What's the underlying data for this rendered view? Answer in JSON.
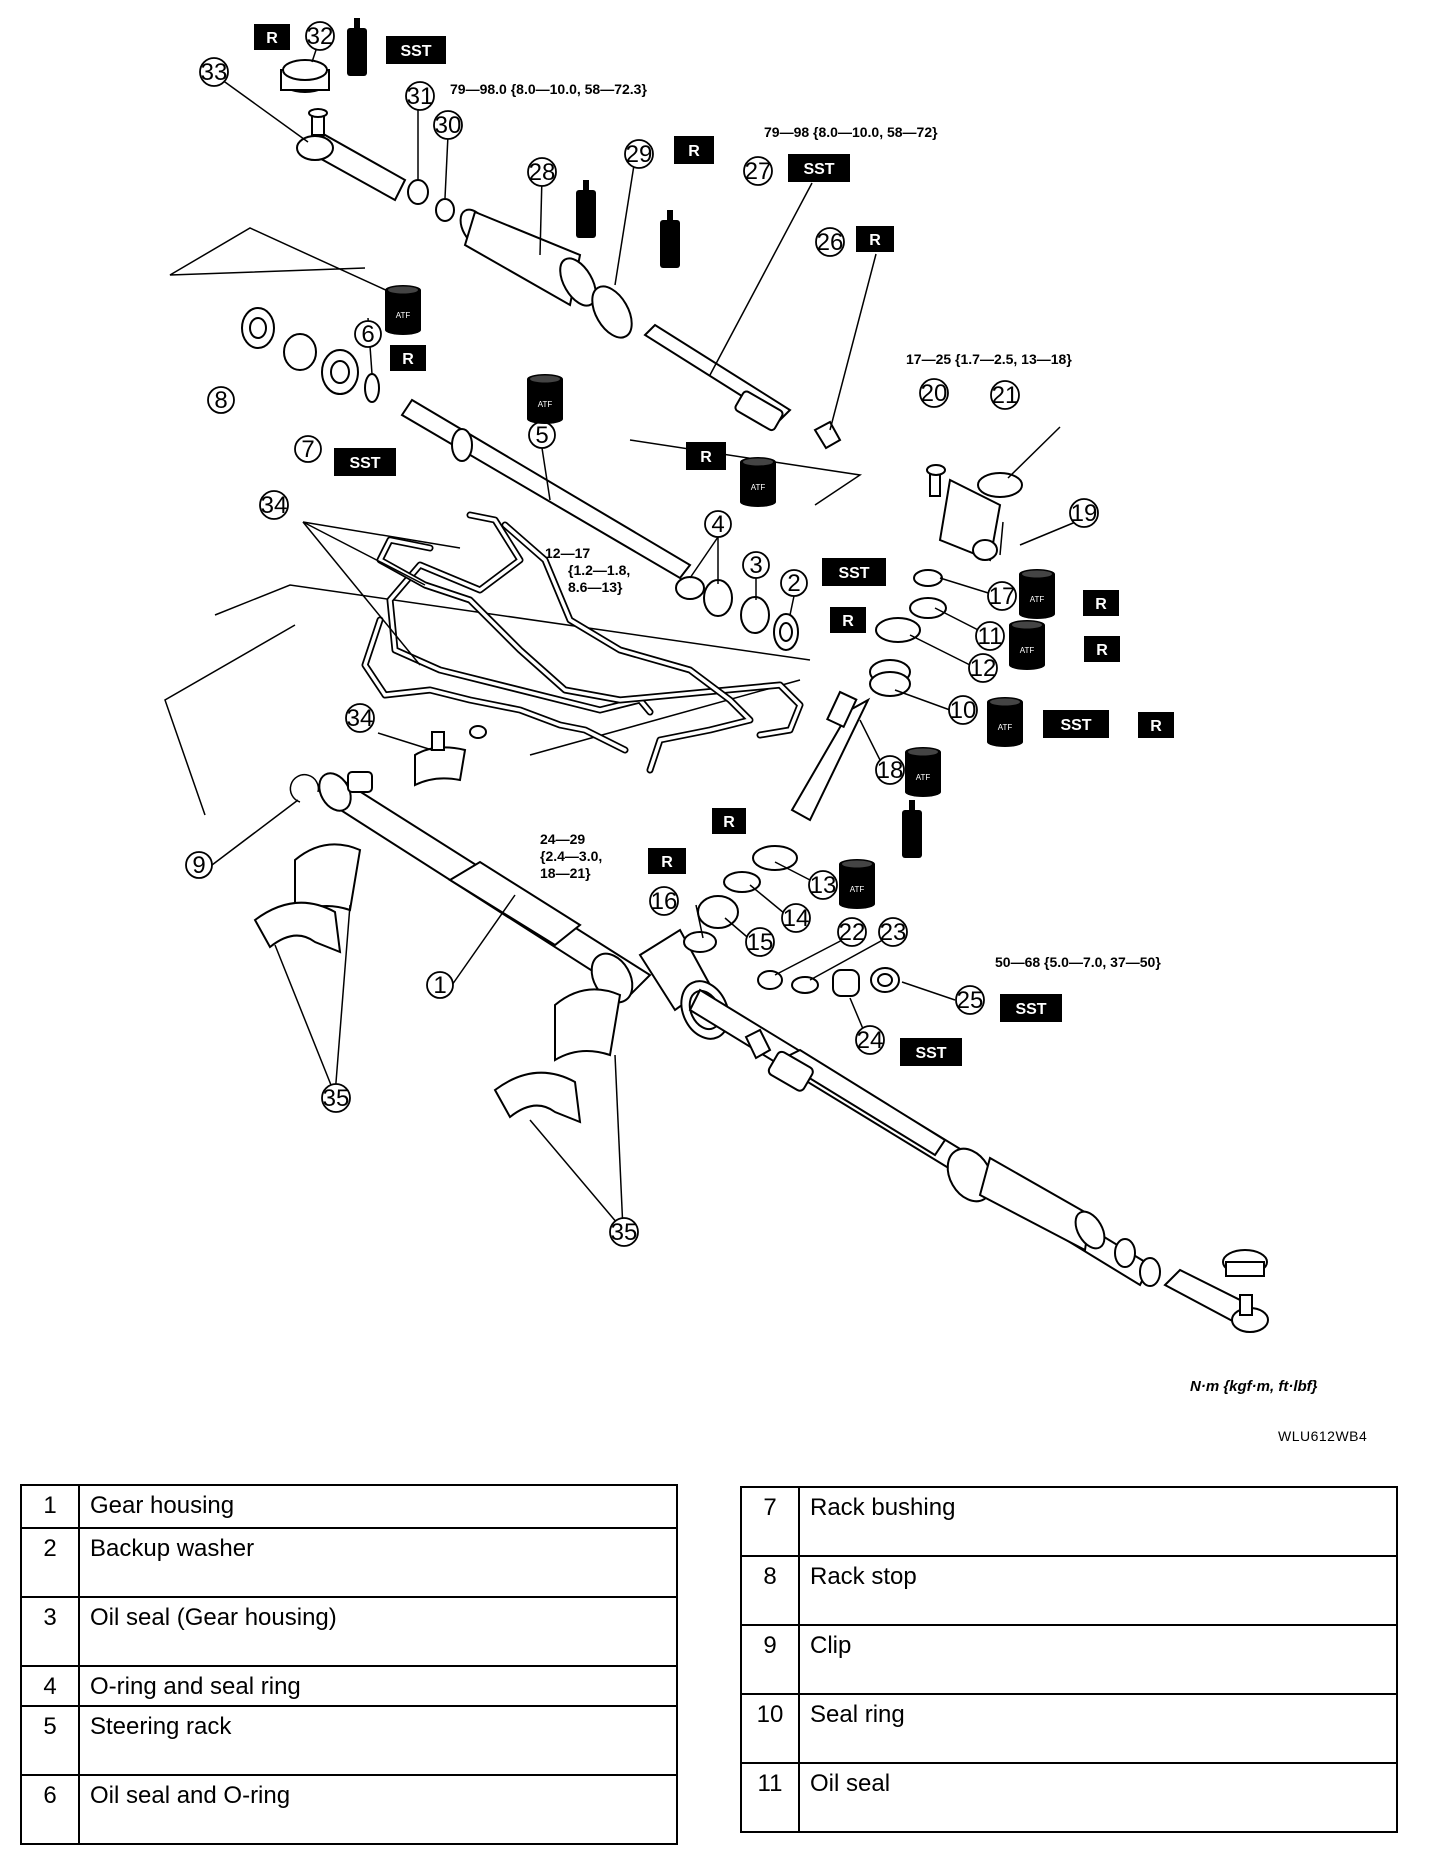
{
  "callouts": [
    "1",
    "2",
    "3",
    "4",
    "5",
    "6",
    "7",
    "8",
    "9",
    "10",
    "11",
    "12",
    "13",
    "14",
    "15",
    "16",
    "17",
    "18",
    "19",
    "20",
    "21",
    "22",
    "23",
    "24",
    "25",
    "26",
    "27",
    "28",
    "29",
    "30",
    "31",
    "32",
    "33",
    "34",
    "35"
  ],
  "badges": {
    "replace": "R",
    "sst": "SST",
    "atf": "ATF",
    "grease": "GREASE"
  },
  "torques": {
    "t1": "79—98.0 {8.0—10.0, 58—72.3}",
    "t2": "79—98 {8.0—10.0, 58—72}",
    "t3": "17—25 {1.7—2.5, 13—18}",
    "t4_line1": "12—17",
    "t4_line2": "{1.2—1.8,",
    "t4_line3": "8.6—13}",
    "t5_line1": "24—29",
    "t5_line2": "{2.4—3.0,",
    "t5_line3": "18—21}",
    "t6": "50—68 {5.0—7.0, 37—50}"
  },
  "units": "N·m {kgf·m, ft·lbf}",
  "figure_code": "WLU612WB4",
  "legend_left": [
    {
      "num": "1",
      "name": "Gear housing"
    },
    {
      "num": "2",
      "name": "Backup washer"
    },
    {
      "num": "3",
      "name": "Oil seal (Gear housing)"
    },
    {
      "num": "4",
      "name": "O-ring and seal ring"
    },
    {
      "num": "5",
      "name": "Steering rack"
    },
    {
      "num": "6",
      "name": "Oil seal and O-ring"
    }
  ],
  "legend_right": [
    {
      "num": "7",
      "name": "Rack bushing"
    },
    {
      "num": "8",
      "name": "Rack stop"
    },
    {
      "num": "9",
      "name": "Clip"
    },
    {
      "num": "10",
      "name": "Seal ring"
    },
    {
      "num": "11",
      "name": "Oil seal"
    }
  ]
}
